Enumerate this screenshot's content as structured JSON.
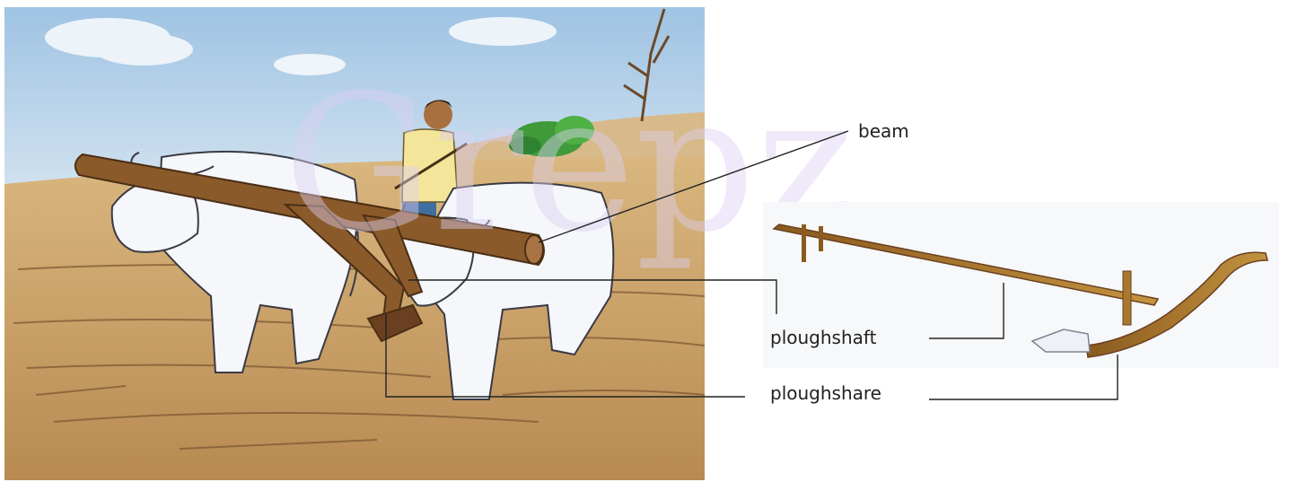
{
  "labels": {
    "beam": "beam",
    "ploughshaft": "ploughshaft",
    "ploughshare": "ploughshare"
  },
  "colors": {
    "sky": "#b9d6ec",
    "soil": "#c8a26c",
    "wood": "#8b5a2b",
    "plough_wood": "#a8782e",
    "bullock": "#f5f7fb",
    "watermark": "#d8c8f0",
    "leader_line": "#222222"
  }
}
